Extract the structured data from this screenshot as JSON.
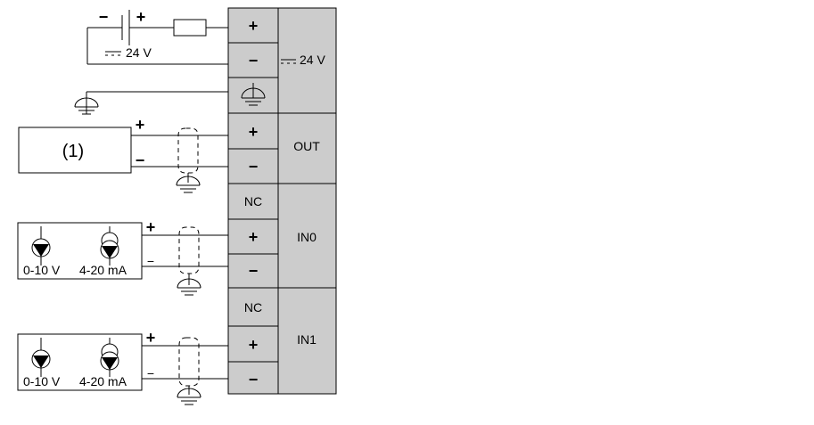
{
  "power": {
    "supply_minus": "−",
    "supply_plus": "+",
    "supply_label": "24 V",
    "block_label": "24 V"
  },
  "terminals": {
    "plus": "+",
    "minus": "−",
    "nc": "NC"
  },
  "groups": {
    "out": "OUT",
    "in0": "IN0",
    "in1": "IN1"
  },
  "devices": {
    "actuator_label": "(1)",
    "sensor_voltage_label": "0-10 V",
    "sensor_current_label": "4-20  mA"
  },
  "wire_marks": {
    "plus": "+",
    "minus": "−"
  }
}
